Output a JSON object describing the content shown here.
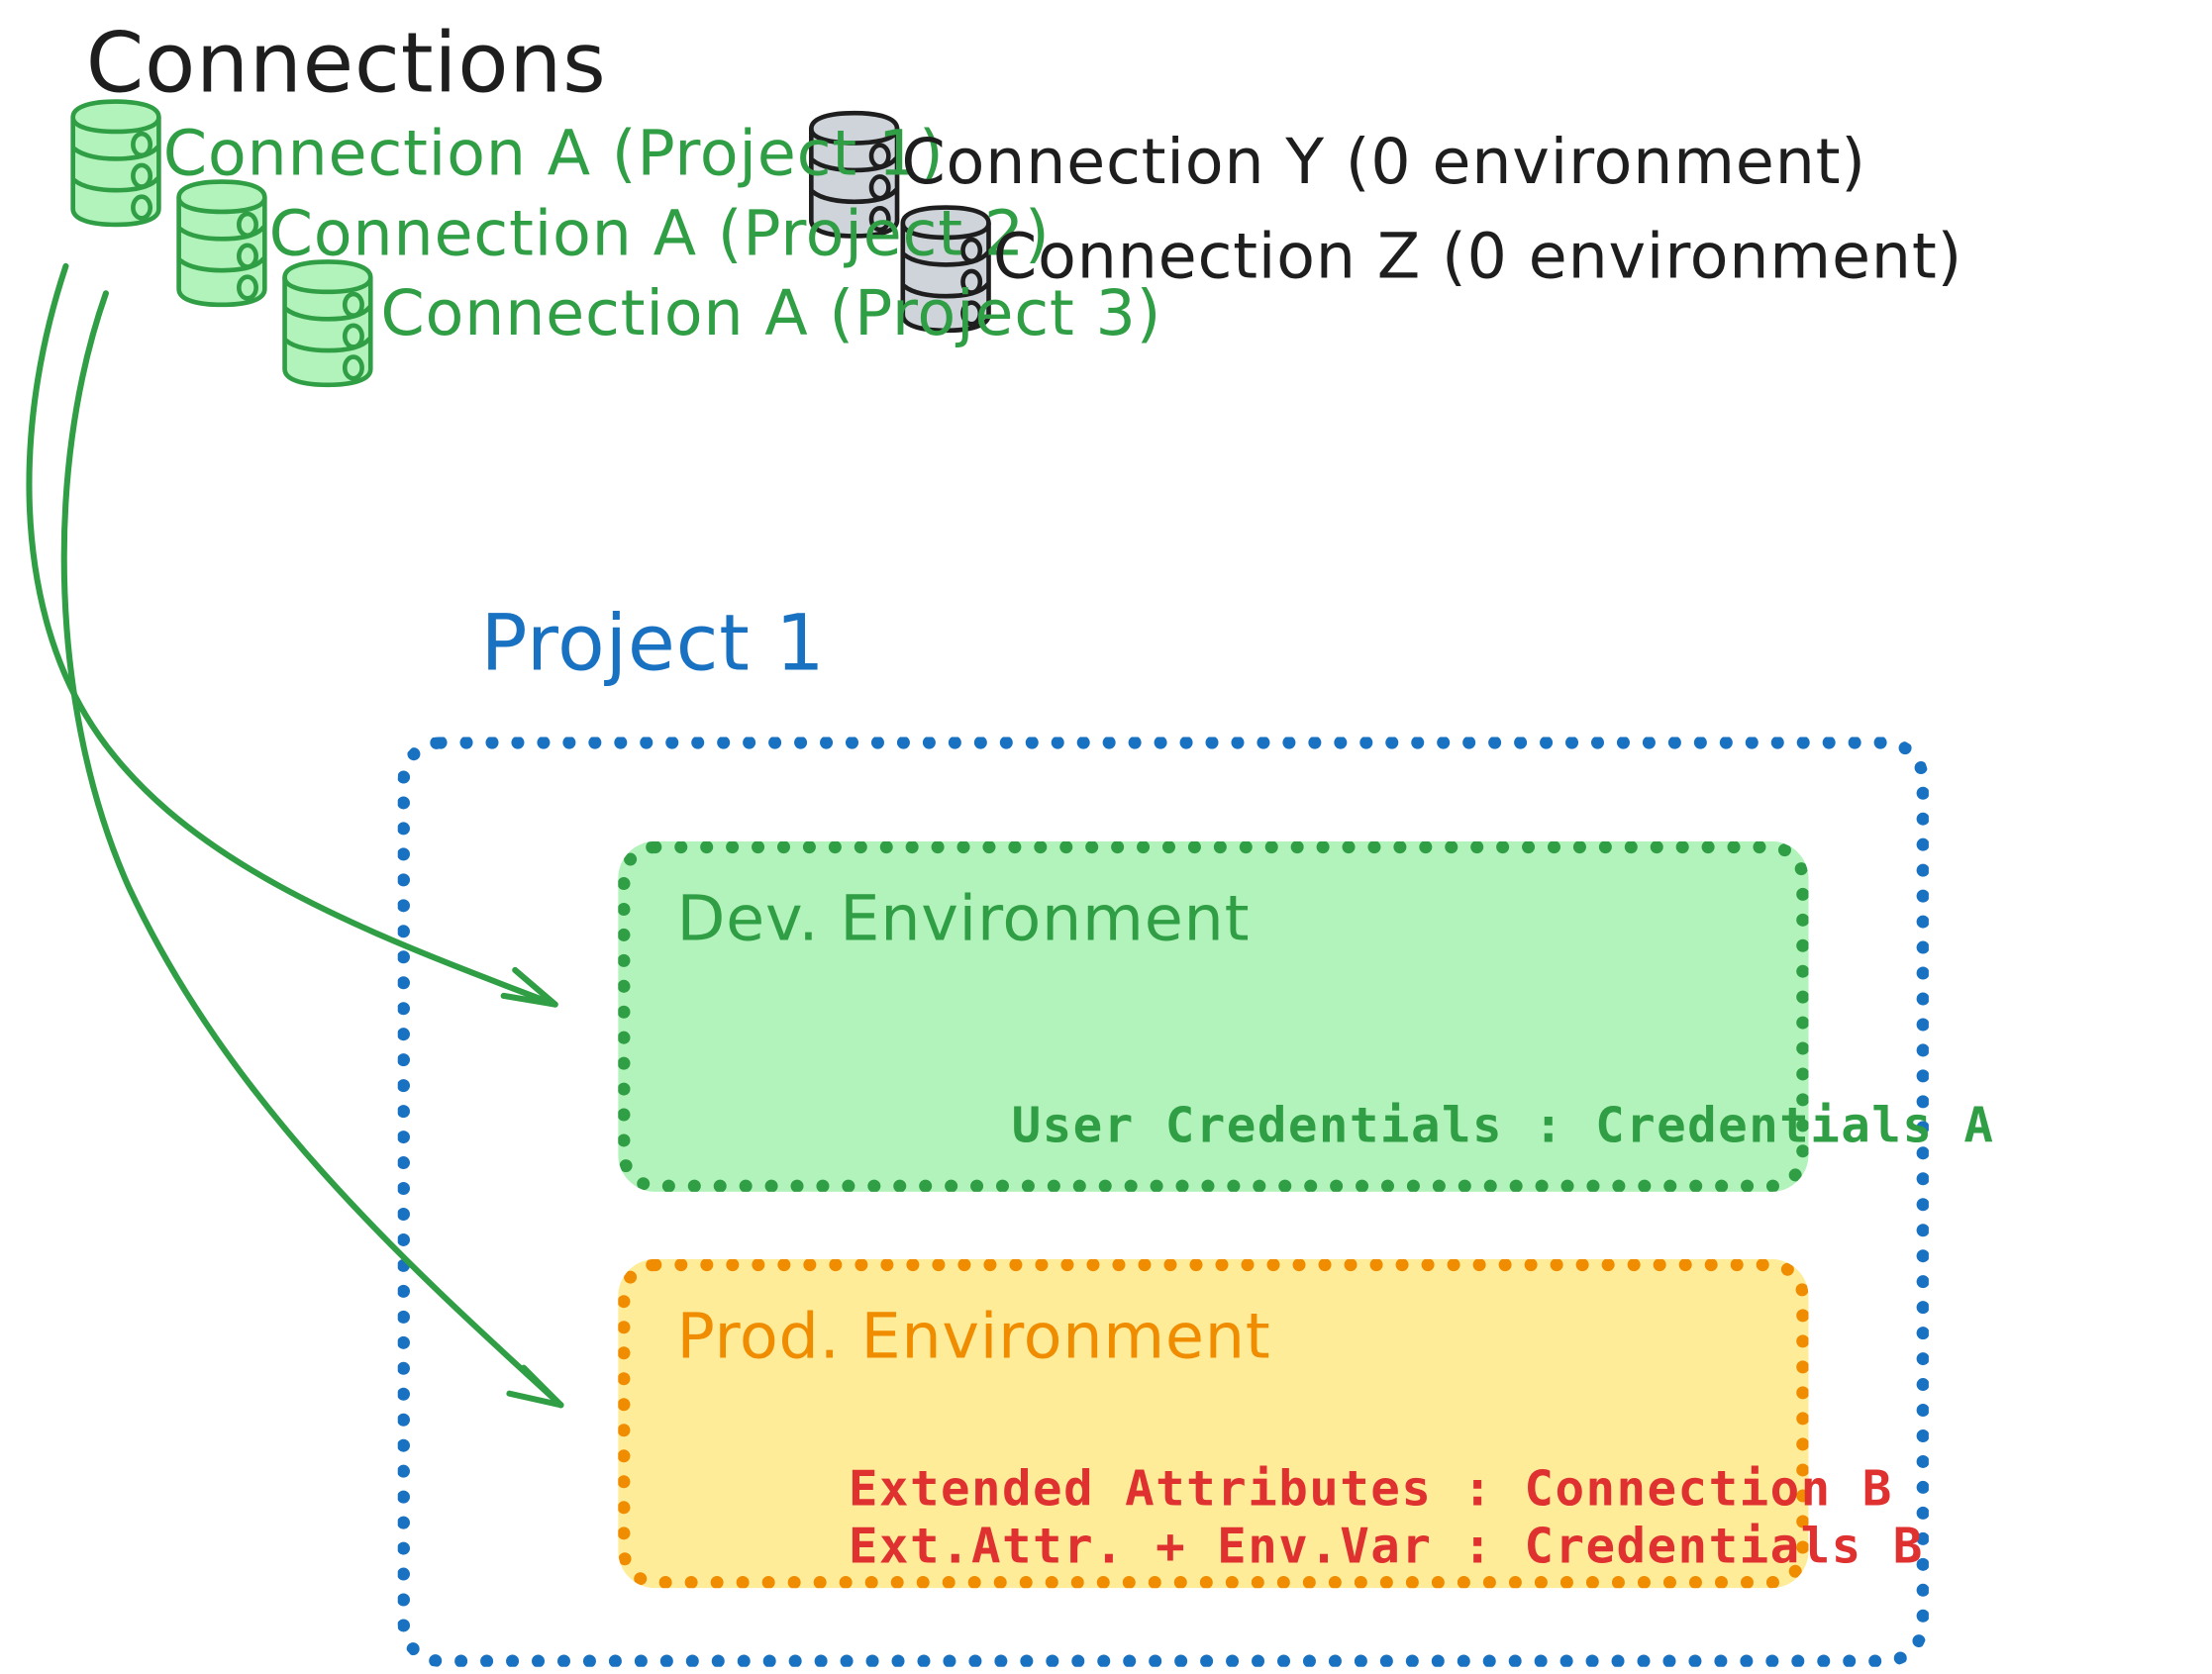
{
  "title": "Connections",
  "colors": {
    "green_stroke": "#2f9e44",
    "green_fill": "#b2f2bb",
    "gray_fill": "#ced4da",
    "black_stroke": "#1e1e1e",
    "blue": "#1971c2",
    "orange": "#f08c00",
    "orange_fill": "#ffec99",
    "red": "#e03131"
  },
  "connections": {
    "green": [
      {
        "label": "Connection A (Project 1)",
        "icon": "database-icon"
      },
      {
        "label": "Connection A (Project 2)",
        "icon": "database-icon"
      },
      {
        "label": "Connection A (Project 3)",
        "icon": "database-icon"
      }
    ],
    "gray": [
      {
        "label": "Connection Y (0 environment)",
        "icon": "database-icon"
      },
      {
        "label": "Connection Z (0 environment)",
        "icon": "database-icon"
      }
    ]
  },
  "project": {
    "title": "Project 1",
    "environments": [
      {
        "name": "Dev. Environment",
        "rows": [
          "User Credentials : Credentials A"
        ]
      },
      {
        "name": "Prod. Environment",
        "rows": [
          "Extended Attributes : Connection B",
          "Ext.Attr. + Env.Var : Credentials B"
        ]
      }
    ]
  },
  "arrows": [
    {
      "from": "Connection A (Project 1)",
      "to": "Dev. Environment"
    },
    {
      "from": "Connection A (Project 1)",
      "to": "Prod. Environment"
    }
  ]
}
